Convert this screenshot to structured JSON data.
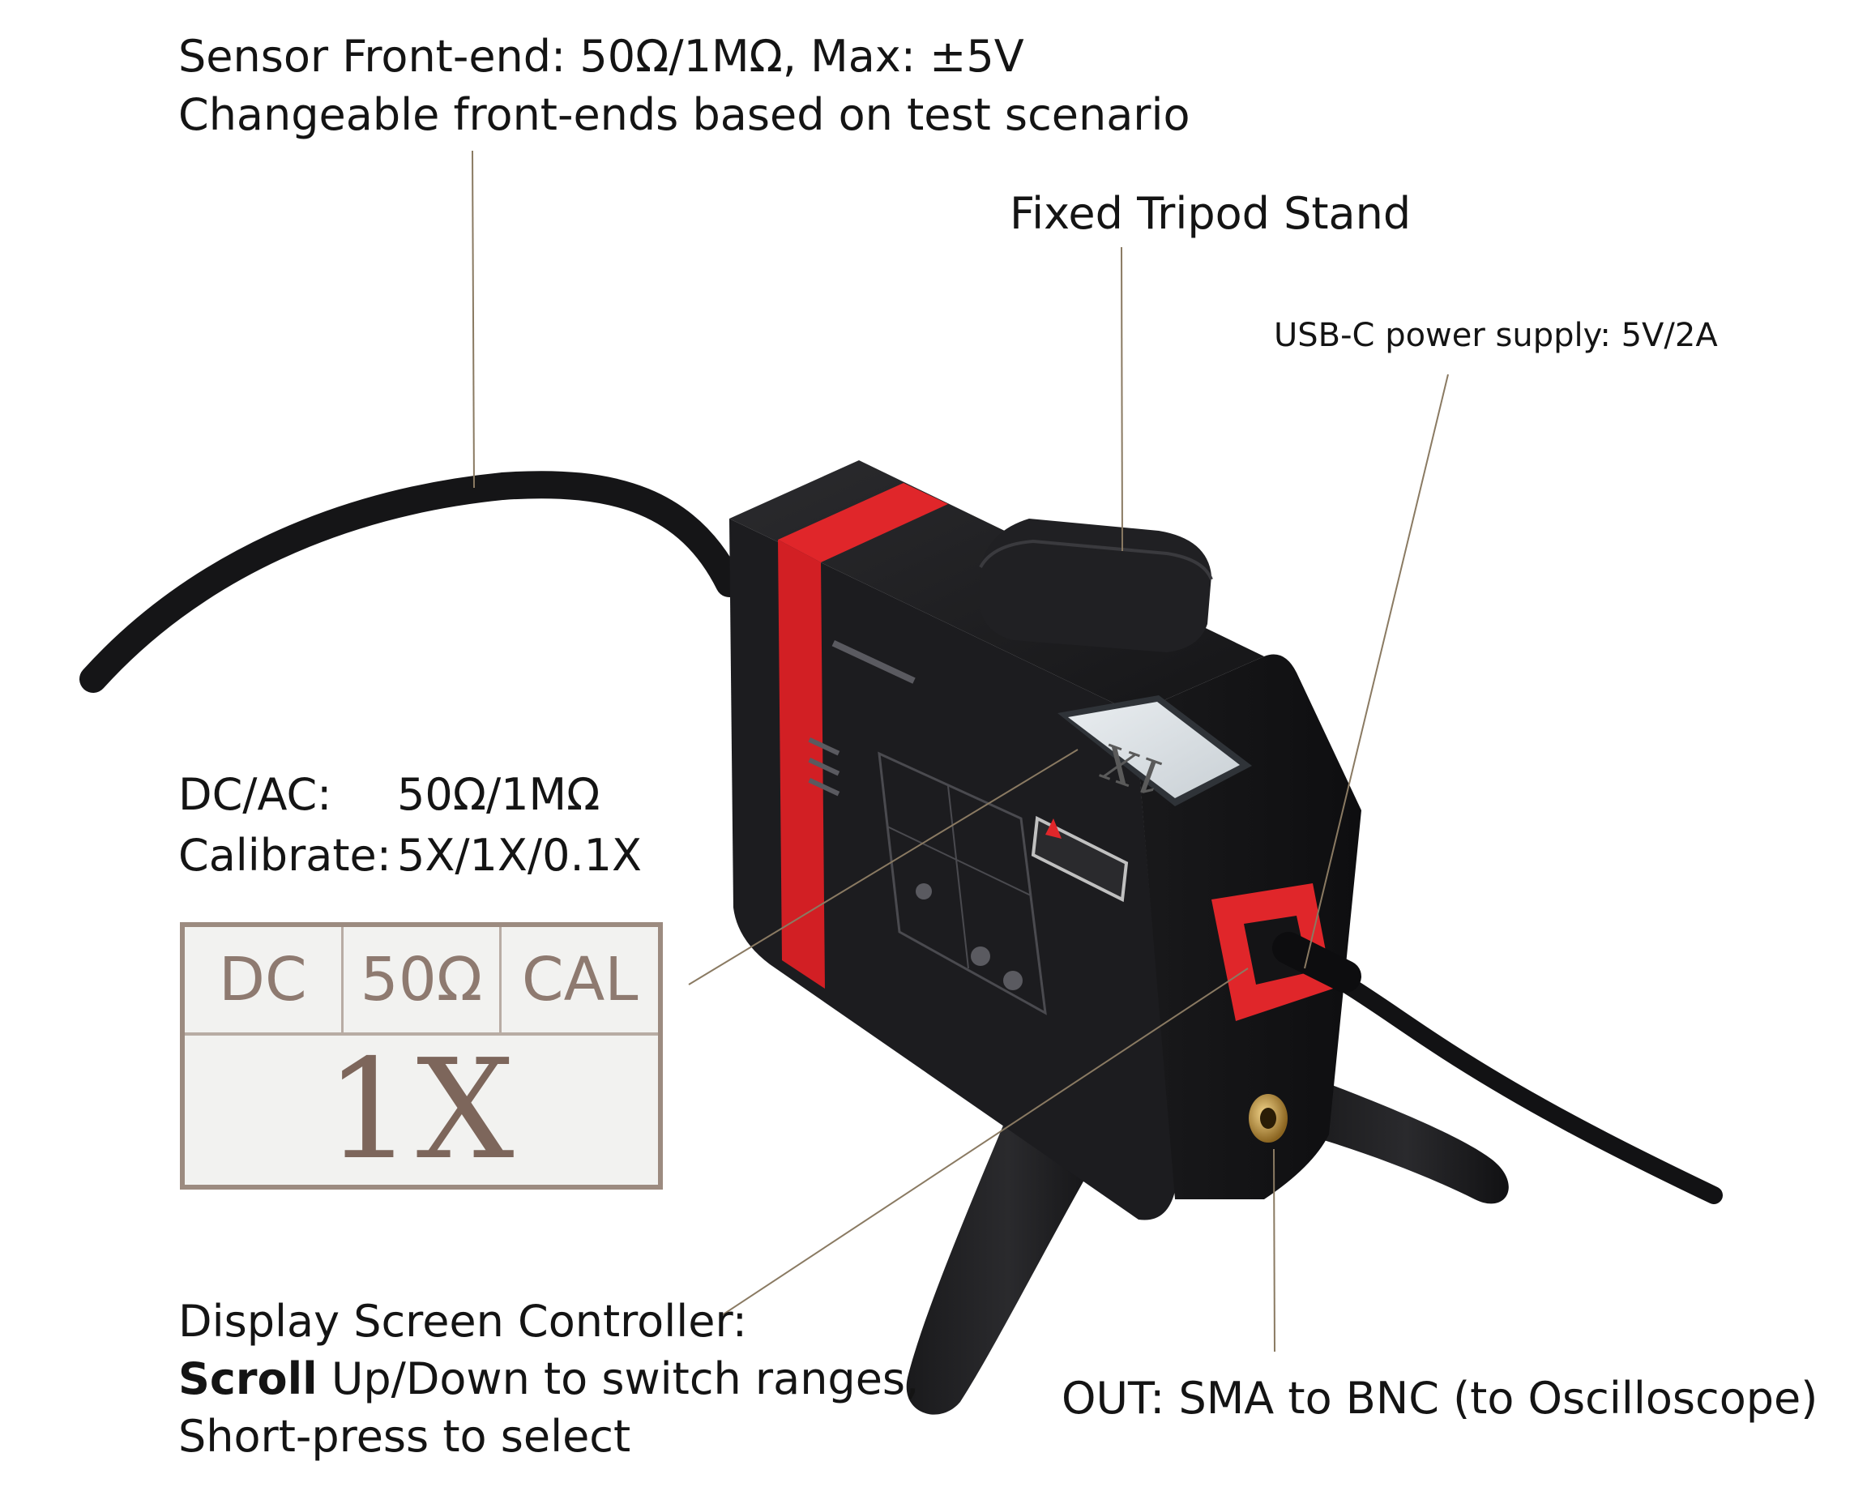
{
  "callouts": {
    "sensor_line1": "Sensor Front-end: 50Ω/1MΩ, Max: ±5V",
    "sensor_line2": "Changeable front-ends based on test scenario",
    "tripod": "Fixed Tripod Stand",
    "usb": "USB-C power supply: 5V/2A",
    "dcac_key": "DC/AC:",
    "dcac_value": "50Ω/1MΩ",
    "calibrate_key": "Calibrate:",
    "calibrate_value": "5X/1X/0.1X",
    "controller_line1": "Display Screen Controller:",
    "controller_bold": "Scroll",
    "controller_line2_rest": " Up/Down to switch ranges,",
    "controller_line3": "Short-press to select",
    "out": "OUT: SMA to BNC (to Oscilloscope)"
  },
  "lcd_zoom": {
    "cells": [
      "DC",
      "50Ω",
      "CAL"
    ],
    "main": "1X"
  },
  "device_lcd": {
    "main": "1X"
  },
  "colors": {
    "body": "#1b1b1d",
    "accent_red": "#e0262a",
    "lcd_text": "#7d665b",
    "leader_line": "#8a7a62"
  }
}
